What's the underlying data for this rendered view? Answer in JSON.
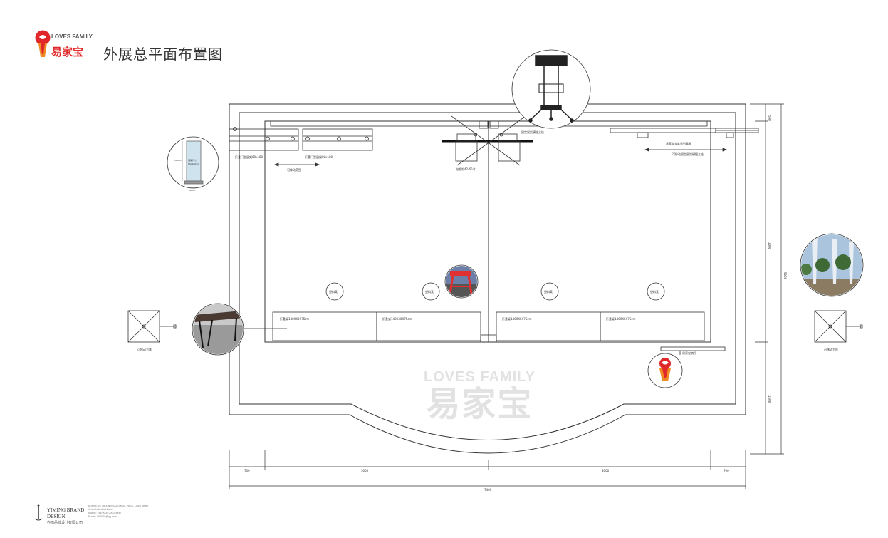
{
  "header": {
    "title": "外展总平面布置图",
    "brand_en": "LOVES FAMILY",
    "brand_cn": "易家宝"
  },
  "watermark": {
    "en": "LOVES FAMILY",
    "cn": "易家宝"
  },
  "labels": {
    "rack_left_1": "折叠门型展架80x180",
    "rack_left_2": "折叠门型展架80x180",
    "movable_range": "可移动范围",
    "tv_stand": "电视架42-65寸",
    "fixed_standee": "固定展架横幅立柱",
    "standee_series": "易家宝宝软系列展板",
    "movable_fixed": "可移动固定展架横幅立柱",
    "stool_1": "塑料凳",
    "stool_2": "塑料凳",
    "stool_3": "塑料凳",
    "stool_4": "塑料凳",
    "table_1": "折叠桌140X40X75cm",
    "table_2": "折叠桌140X40X75cm",
    "table_3": "折叠桌140X40X75cm",
    "table_4": "折叠桌140X40X75cm",
    "umbrella_left": "可移动方阵",
    "umbrella_right": "可移动方阵",
    "flag_pole": "易家宝旗杆",
    "rollup_title": "展架尺寸",
    "rollup_size": "80x180cm",
    "rollup_h": "180cm",
    "rollup_w": "80cm"
  },
  "dimensions": {
    "bottom_1": "700",
    "bottom_2": "3000",
    "bottom_3": "3000",
    "bottom_4": "700",
    "bottom_total": "7400",
    "right_top": "500",
    "right_mid": "3000",
    "right_bottom": "1500",
    "right_total": "5000"
  },
  "footer": {
    "company_en_1": "YIMING BRAND",
    "company_en_2": "DESIGN",
    "company_cn": "亦鸣品牌设计有限公司",
    "address": "ADDRESS: DEXIN INDUSTRIAL PARK, Louxi Street Jin'an Industrial Zone",
    "mobile": "Mobile: +86 0000 0000 0000",
    "email": "E-mail: 000000@qq.com"
  },
  "colors": {
    "brand_red": "#e0282a",
    "brand_orange": "#f08a24",
    "line": "#333333",
    "watermark": "#e2e2e2"
  }
}
